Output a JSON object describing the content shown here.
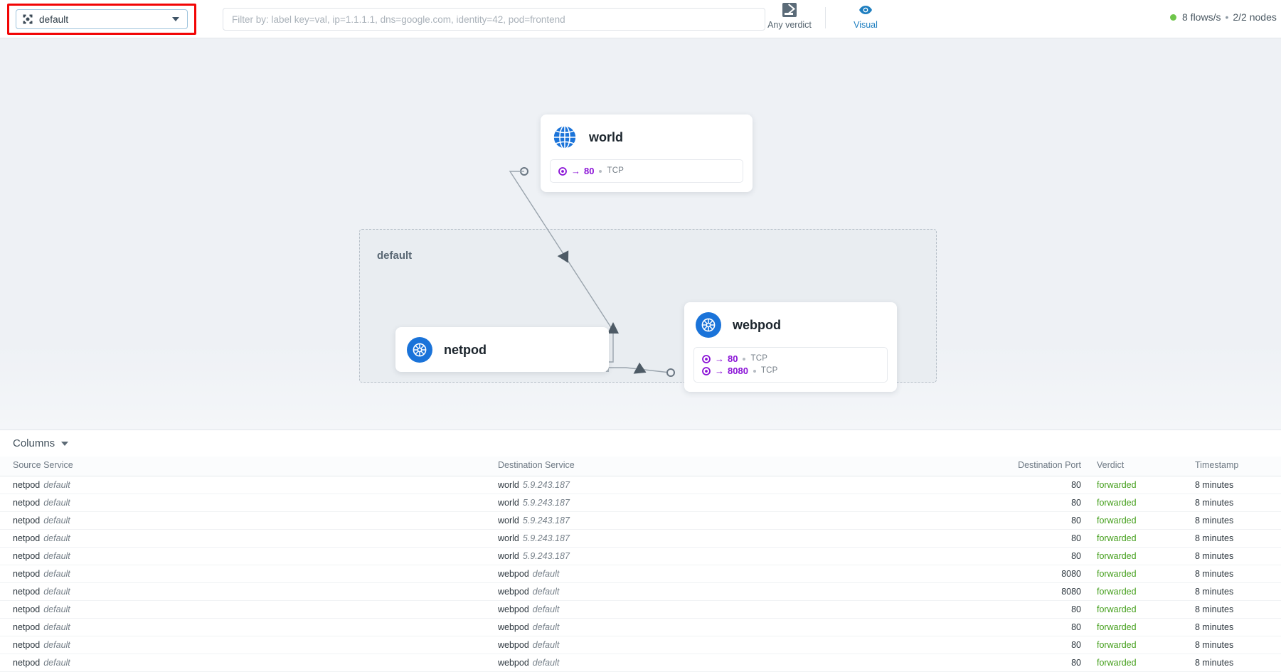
{
  "header": {
    "namespace_selector": {
      "icon": "namespace-icon",
      "value": "default",
      "caret": "chevron-down-icon"
    },
    "filter": {
      "placeholder": "Filter by: label key=val, ip=1.1.1.1, dns=google.com, identity=42, pod=frontend",
      "value": ""
    },
    "tools": [
      {
        "icon": "gavel-icon",
        "label": "Any verdict"
      },
      {
        "icon": "eye-icon",
        "label": "Visual"
      }
    ],
    "status": {
      "dot_color": "#6ec54a",
      "flows": "8 flows/s",
      "separator": "•",
      "nodes": "2/2 nodes"
    }
  },
  "graph": {
    "namespace_box_label": "default",
    "nodes": [
      {
        "id": "world",
        "title": "world",
        "icon": "globe-icon",
        "ports": [
          {
            "icon": "target-icon",
            "arrow": "→",
            "port": "80",
            "protocol": "TCP"
          }
        ]
      },
      {
        "id": "webpod",
        "title": "webpod",
        "icon": "kubernetes-icon",
        "ports": [
          {
            "icon": "target-icon",
            "arrow": "→",
            "port": "80",
            "protocol": "TCP"
          },
          {
            "icon": "target-icon",
            "arrow": "→",
            "port": "8080",
            "protocol": "TCP"
          }
        ]
      },
      {
        "id": "netpod",
        "title": "netpod",
        "icon": "kubernetes-icon",
        "ports": []
      }
    ]
  },
  "table": {
    "columns_button": "Columns",
    "headers": {
      "source": "Source Service",
      "destination": "Destination Service",
      "port": "Destination Port",
      "verdict": "Verdict",
      "timestamp": "Timestamp"
    },
    "rows": [
      {
        "src": "netpod",
        "src_ns": "default",
        "dst": "world",
        "dst_ns": "5.9.243.187",
        "port": "80",
        "verdict": "forwarded",
        "time": "8 minutes"
      },
      {
        "src": "netpod",
        "src_ns": "default",
        "dst": "world",
        "dst_ns": "5.9.243.187",
        "port": "80",
        "verdict": "forwarded",
        "time": "8 minutes"
      },
      {
        "src": "netpod",
        "src_ns": "default",
        "dst": "world",
        "dst_ns": "5.9.243.187",
        "port": "80",
        "verdict": "forwarded",
        "time": "8 minutes"
      },
      {
        "src": "netpod",
        "src_ns": "default",
        "dst": "world",
        "dst_ns": "5.9.243.187",
        "port": "80",
        "verdict": "forwarded",
        "time": "8 minutes"
      },
      {
        "src": "netpod",
        "src_ns": "default",
        "dst": "world",
        "dst_ns": "5.9.243.187",
        "port": "80",
        "verdict": "forwarded",
        "time": "8 minutes"
      },
      {
        "src": "netpod",
        "src_ns": "default",
        "dst": "webpod",
        "dst_ns": "default",
        "port": "8080",
        "verdict": "forwarded",
        "time": "8 minutes"
      },
      {
        "src": "netpod",
        "src_ns": "default",
        "dst": "webpod",
        "dst_ns": "default",
        "port": "8080",
        "verdict": "forwarded",
        "time": "8 minutes"
      },
      {
        "src": "netpod",
        "src_ns": "default",
        "dst": "webpod",
        "dst_ns": "default",
        "port": "80",
        "verdict": "forwarded",
        "time": "8 minutes"
      },
      {
        "src": "netpod",
        "src_ns": "default",
        "dst": "webpod",
        "dst_ns": "default",
        "port": "80",
        "verdict": "forwarded",
        "time": "8 minutes"
      },
      {
        "src": "netpod",
        "src_ns": "default",
        "dst": "webpod",
        "dst_ns": "default",
        "port": "80",
        "verdict": "forwarded",
        "time": "8 minutes"
      },
      {
        "src": "netpod",
        "src_ns": "default",
        "dst": "webpod",
        "dst_ns": "default",
        "port": "80",
        "verdict": "forwarded",
        "time": "8 minutes"
      }
    ]
  },
  "colors": {
    "accent_blue": "#1f7fc0",
    "port_purple": "#8a12d6",
    "verdict_green": "#46a01e",
    "status_green": "#6ec54a",
    "highlight_red": "#f20505"
  }
}
